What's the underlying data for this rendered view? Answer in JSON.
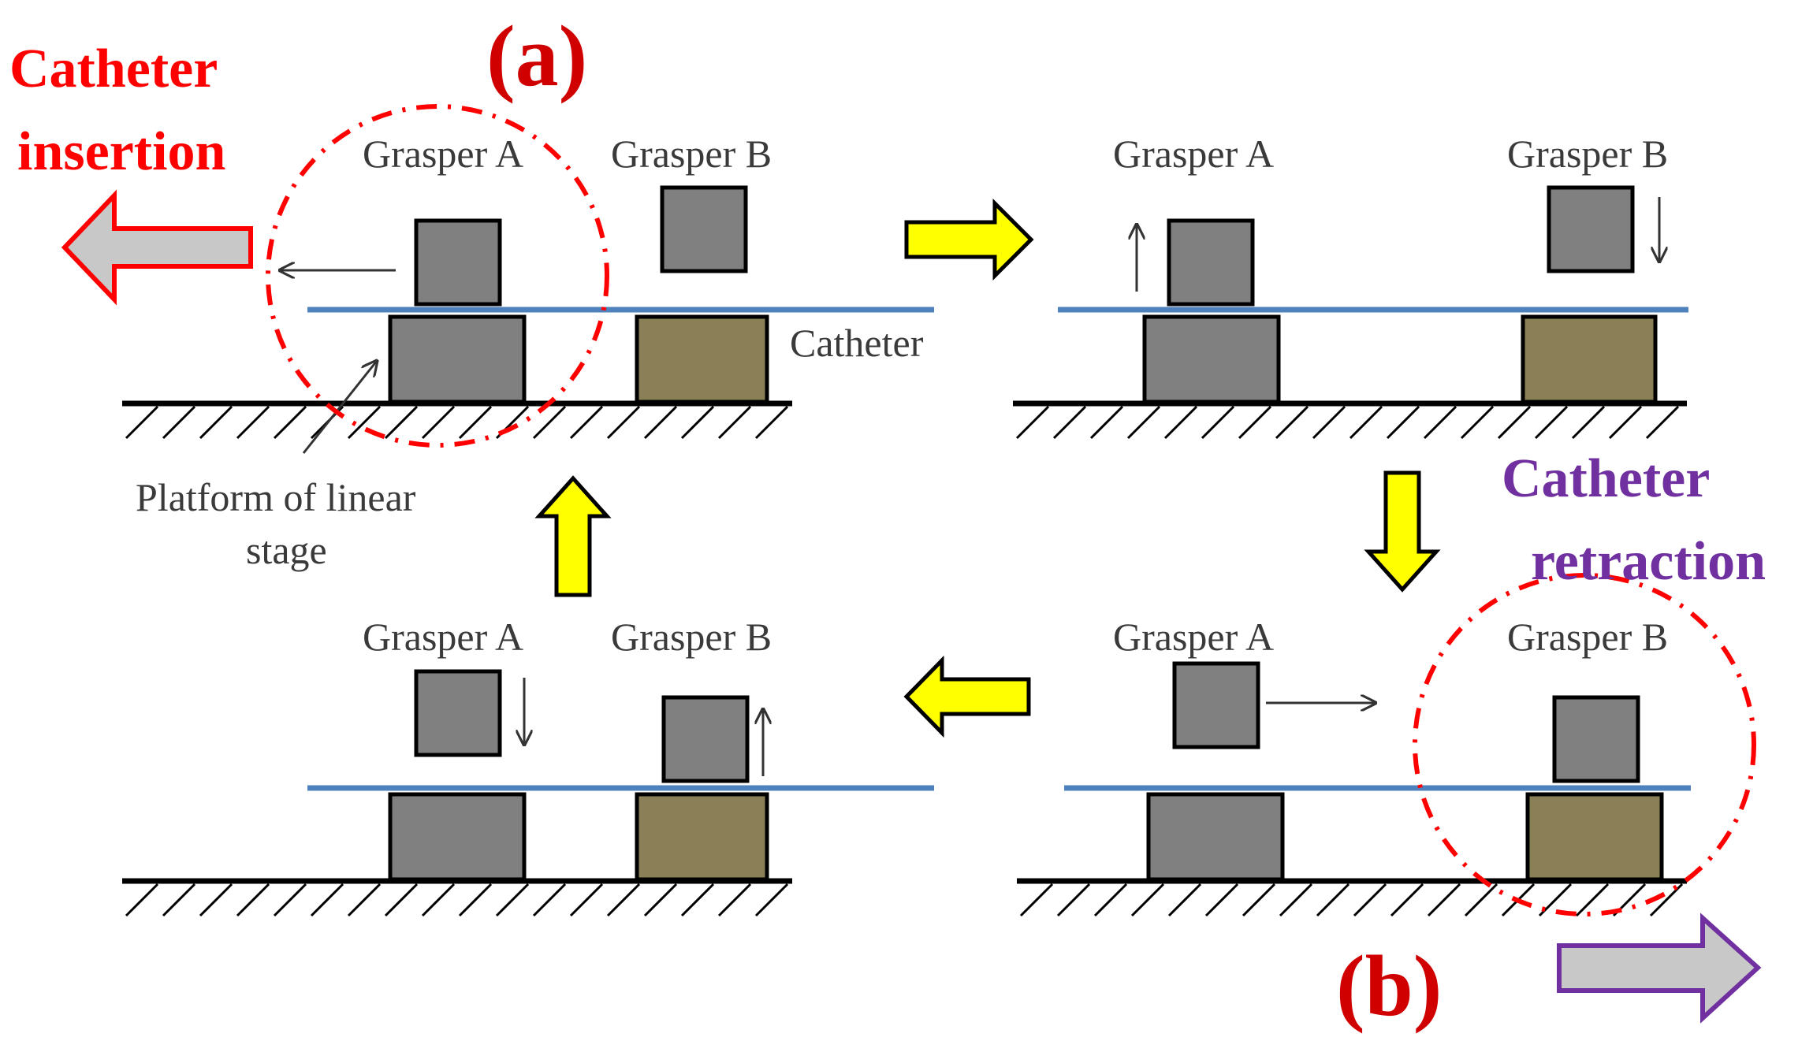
{
  "labels": {
    "grasper_a": "Grasper A",
    "grasper_b": "Grasper B",
    "catheter": "Catheter",
    "platform_line1": "Platform of linear",
    "platform_line2": "stage",
    "insertion_line1": "Catheter",
    "insertion_line2": "insertion",
    "retraction_line1": "Catheter",
    "retraction_line2": "retraction",
    "tag_a": "(a)",
    "tag_b": "(b)"
  },
  "colors": {
    "grasper": "#808080",
    "platform_b": "#8a7f57",
    "catheter_line": "#4f81bd",
    "step_arrow": "#ffff00",
    "insertion_accent": "#ff0000",
    "retraction_accent": "#7030a0",
    "direction_arrow_fill": "#c8c8c8"
  }
}
